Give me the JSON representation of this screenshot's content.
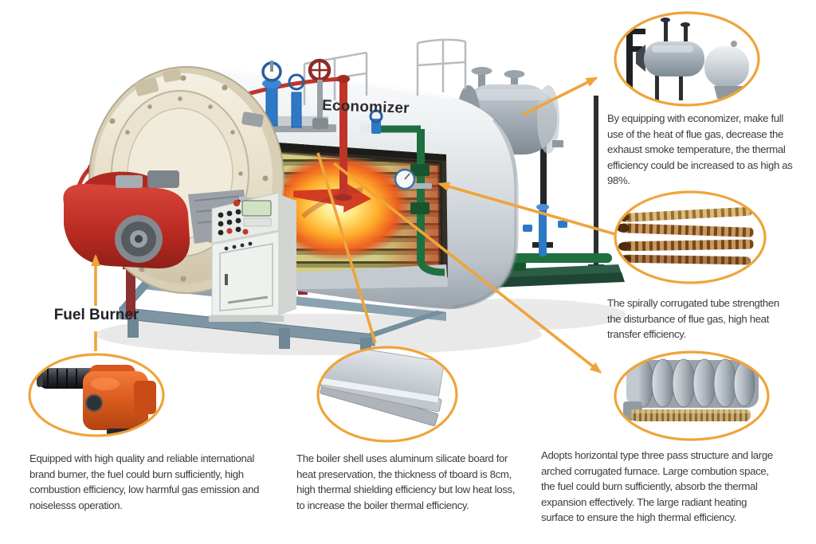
{
  "diagram": {
    "accent_color": "#EFA43A",
    "text_color": "#3b3b3d",
    "labels": {
      "economizer": "Economizer",
      "fuel_burner": "Fuel Burner"
    },
    "callouts": [
      {
        "id": "economizer",
        "position": "top-right",
        "image_name": "economizer-tanks-photo",
        "text": "By equipping with economizer, make full\nuse of the heat of flue gas, decrease the\nexhaust smoke temperature, the thermal\nefficiency could be increased to as high as\n98%."
      },
      {
        "id": "spiral-tubes",
        "position": "middle-right",
        "image_name": "spirally-corrugated-tubes-photo",
        "text": "The spirally corrugated tube strengthen\nthe disturbance of flue gas, high heat\ntransfer efficiency."
      },
      {
        "id": "corrugated-furnace",
        "position": "bottom-right",
        "image_name": "corrugated-furnace-photo",
        "text": "Adopts horizontal type three pass structure and large\narched corrugated furnace. Large combution space,\nthe fuel could burn sufficiently, absorb the thermal\nexpansion effectively. The large radiant heating\nsurface to ensure the high thermal efficiency."
      },
      {
        "id": "fuel-burner",
        "position": "bottom-left",
        "image_name": "fuel-burner-photo",
        "text": "Equipped with high quality and reliable international\nbrand burner, the fuel could burn sufficiently, high\ncombustion efficiency, low harmful gas emission and\nnoiselesss operation."
      },
      {
        "id": "insulation-board",
        "position": "bottom-center",
        "image_name": "aluminum-silicate-board-photo",
        "text": "The boiler shell uses aluminum silicate board for\nheat preservation, the thickness of tboard is 8cm,\nhigh thermal shielding efficiency but low heat loss,\nto increase the boiler thermal efficiency."
      }
    ]
  }
}
